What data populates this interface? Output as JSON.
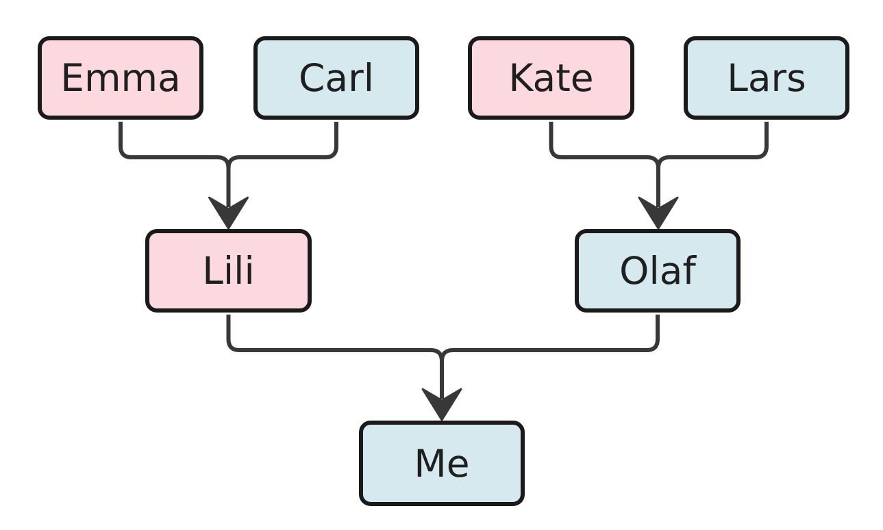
{
  "diagram": {
    "kind": "family-tree-flowchart",
    "background": "#ffffff"
  },
  "colors": {
    "background": "#ffffff",
    "node_border": "#1a1a1a",
    "edge_line": "#383838",
    "text": "#1f1f1f",
    "female_fill": "#fbd9de",
    "male_fill": "#d6e9ef"
  },
  "nodes": [
    {
      "id": "emma",
      "label": "Emma",
      "fill": "#fbd9de"
    },
    {
      "id": "carl",
      "label": "Carl",
      "fill": "#d6e9ef"
    },
    {
      "id": "kate",
      "label": "Kate",
      "fill": "#fbd9de"
    },
    {
      "id": "lars",
      "label": "Lars",
      "fill": "#d6e9ef"
    },
    {
      "id": "lili",
      "label": "Lili",
      "fill": "#fbd9de"
    },
    {
      "id": "olaf",
      "label": "Olaf",
      "fill": "#d6e9ef"
    },
    {
      "id": "me",
      "label": "Me",
      "fill": "#d6e9ef"
    }
  ],
  "edges": [
    {
      "parents": [
        "Emma",
        "Carl"
      ],
      "child": "Lili"
    },
    {
      "parents": [
        "Kate",
        "Lars"
      ],
      "child": "Olaf"
    },
    {
      "parents": [
        "Lili",
        "Olaf"
      ],
      "child": "Me"
    }
  ]
}
